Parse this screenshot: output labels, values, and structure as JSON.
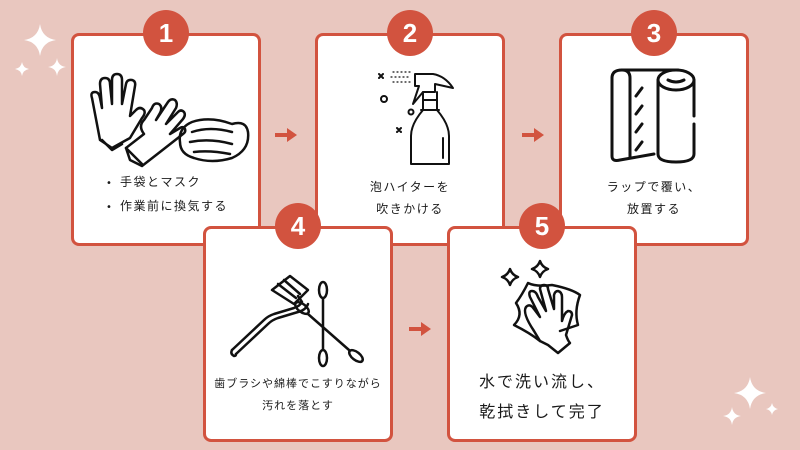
{
  "steps": [
    {
      "number": "1",
      "icon": "gloves-and-mask-icon",
      "bullets": [
        "手袋とマスク",
        "作業前に換気する"
      ]
    },
    {
      "number": "2",
      "icon": "spray-bottle-icon",
      "lines": [
        "泡ハイターを",
        "吹きかける"
      ]
    },
    {
      "number": "3",
      "icon": "plastic-wrap-roll-icon",
      "lines": [
        "ラップで覆い、",
        "放置する"
      ]
    },
    {
      "number": "4",
      "icon": "toothbrush-and-cotton-swabs-icon",
      "lines": [
        "歯ブラシや綿棒でこすりながら",
        "汚れを落とす"
      ]
    },
    {
      "number": "5",
      "icon": "hand-wiping-cloth-icon",
      "lines": [
        "水で洗い流し、",
        "乾拭きして完了"
      ]
    }
  ],
  "arrows": [
    "step1-to-step2",
    "step2-to-step3",
    "step4-to-step5"
  ],
  "colors": {
    "background": "#e9c7bf",
    "accent": "#d2533f",
    "card": "#ffffff",
    "sparkle": "#ffffff"
  }
}
